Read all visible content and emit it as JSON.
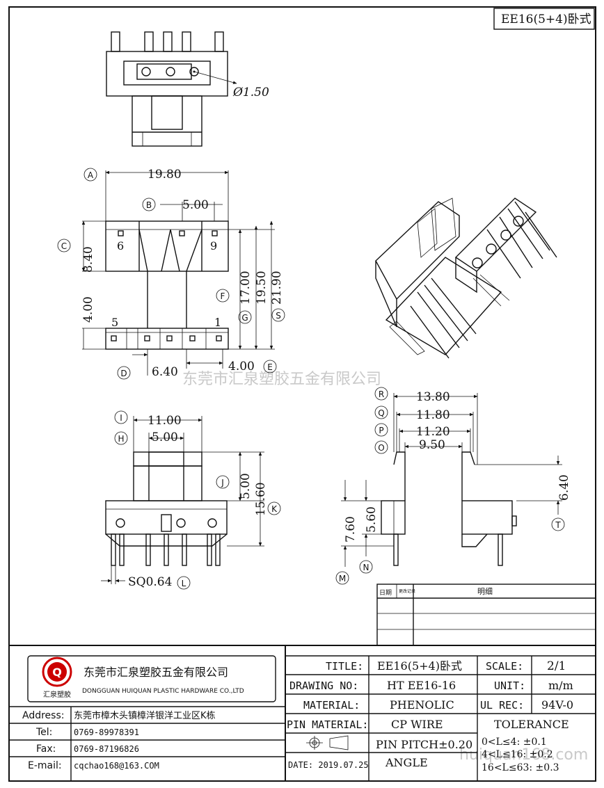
{
  "header": {
    "title_tag": "EE16(5+4)卧式"
  },
  "watermark": {
    "company_cn": "东莞市汇泉塑胶五金有限公司",
    "site": "huiquan168.com"
  },
  "top_view": {
    "hole_dia": "Ø1.50"
  },
  "front_view": {
    "dim_a": "19.80",
    "dim_b": "5.00",
    "dim_c": "8.40",
    "dim_d": "6.40",
    "dim_e": "4.00",
    "dim_f": "17.00",
    "dim_g": "19.50",
    "dim_s": "21.90",
    "dim_left": "4.00",
    "pin_top_left": "6",
    "pin_top_right": "9",
    "pin_bot_left": "5",
    "pin_bot_right": "1"
  },
  "bottom_view": {
    "dim_i": "11.00",
    "dim_h": "5.00",
    "dim_j": "5.00",
    "dim_k": "15.60",
    "dim_l": "SQ0.64"
  },
  "side_view": {
    "dim_r": "13.80",
    "dim_q": "11.80",
    "dim_p": "11.20",
    "dim_o": "9.50",
    "dim_t": "6.40",
    "dim_m": "7.60",
    "dim_n": "5.60"
  },
  "letters": [
    "A",
    "B",
    "C",
    "D",
    "E",
    "F",
    "G",
    "S",
    "I",
    "H",
    "J",
    "K",
    "L",
    "R",
    "Q",
    "P",
    "O",
    "T",
    "M",
    "N"
  ],
  "revision_table": {
    "col_date": "日期",
    "col_record": "更改记录",
    "col_detail": "明细"
  },
  "company": {
    "name_cn": "东莞市汇泉塑胶五金有限公司",
    "name_en": "DONGGUAN HUIQUAN PLASTIC HARDWARE CO.,LTD",
    "logo_text": "汇泉塑胶",
    "logo_letter": "Q"
  },
  "contact": {
    "address_label": "Address:",
    "address": "东莞市樟木头镇樟洋银洋工业区K栋",
    "tel_label": "Tel:",
    "tel": "0769-89978391",
    "fax_label": "Fax:",
    "fax": "0769-87196826",
    "email_label": "E-mail:",
    "email": "cqchao168@163.COM"
  },
  "title_block": {
    "title_label": "TITLE:",
    "title": "EE16(5+4)卧式",
    "scale_label": "SCALE:",
    "scale": "2/1",
    "drawing_no_label": "DRAWING NO:",
    "drawing_no": "HT EE16-16",
    "unit_label": "UNIT:",
    "unit": "m/m",
    "material_label": "MATERIAL:",
    "material": "PHENOLIC",
    "ul_label": "UL REC:",
    "ul": "94V-0",
    "pin_material_label": "PIN MATERIAL:",
    "pin_material": "CP WIRE",
    "tolerance_label": "TOLERANCE",
    "pin_pitch": "PIN PITCH±0.20",
    "tol1": "0<L≤4:  ±0.1",
    "tol2": "4<L≤16: ±0.2",
    "tol3": "16<L≤63: ±0.3",
    "date": "DATE: 2019.07.25",
    "angle": "ANGLE"
  }
}
